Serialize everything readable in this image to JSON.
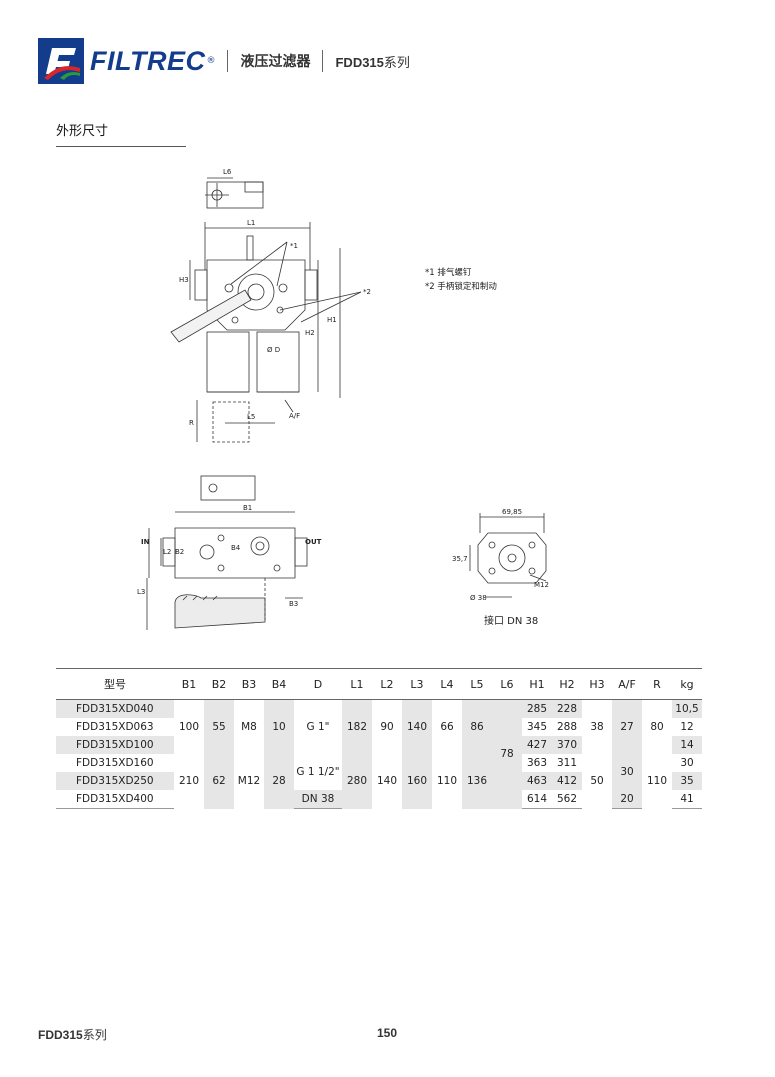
{
  "header": {
    "brand": "FILTREC",
    "registered": "®",
    "subtitle": "液压过滤器",
    "series_code": "FDD315",
    "series_suffix": "系列"
  },
  "section": {
    "title": "外形尺寸"
  },
  "diagram_front": {
    "labels": {
      "l6": "L6",
      "l1": "L1",
      "h3": "H3",
      "h1": "H1",
      "h2": "H2",
      "mark1": "*1",
      "mark2": "*2",
      "d": "Ø D",
      "r": "R",
      "l5": "L5",
      "af": "A/F"
    },
    "notes": [
      "*1 排气螺钉",
      "*2 手柄锁定和制动"
    ]
  },
  "diagram_top": {
    "labels": {
      "b1": "B1",
      "in": "IN",
      "out": "OUT",
      "b2": "B2",
      "l2": "L2",
      "b4": "B4",
      "l3": "L3",
      "b3": "B3"
    }
  },
  "diagram_flange": {
    "labels": {
      "w": "69,85",
      "h": "35,7",
      "m": "M12",
      "dia": "Ø 38"
    },
    "caption": "接口 DN 38"
  },
  "table": {
    "headers": [
      "型号",
      "B1",
      "B2",
      "B3",
      "B4",
      "D",
      "L1",
      "L2",
      "L3",
      "L4",
      "L5",
      "L6",
      "H1",
      "H2",
      "H3",
      "A/F",
      "R",
      "kg"
    ],
    "models": [
      "FDD315XD040",
      "FDD315XD063",
      "FDD315XD100",
      "FDD315XD160",
      "FDD315XD250",
      "FDD315XD400"
    ],
    "group1": {
      "b1": "100",
      "b2": "55",
      "b3": "M8",
      "b4": "10",
      "d": "G 1\"",
      "l1": "182",
      "l2": "90",
      "l3": "140",
      "l4": "66",
      "l5": "86",
      "h3": "38",
      "af": "27",
      "r": "80"
    },
    "group2": {
      "b1": "210",
      "b2": "62",
      "b3": "M12",
      "b4": "28",
      "d": "G 1 1/2\"",
      "d_last": "DN 38",
      "l1": "280",
      "l2": "140",
      "l3": "160",
      "l4": "110",
      "l5": "136",
      "h3": "50",
      "af": "30",
      "af_last": "20",
      "r": "110"
    },
    "l6": "78",
    "h1": [
      "285",
      "345",
      "427",
      "363",
      "463",
      "614"
    ],
    "h2": [
      "228",
      "288",
      "370",
      "311",
      "412",
      "562"
    ],
    "kg": [
      "10,5",
      "12",
      "14",
      "30",
      "35",
      "41"
    ]
  },
  "footer": {
    "series_code": "FDD315",
    "series_suffix": "系列",
    "page": "150"
  }
}
